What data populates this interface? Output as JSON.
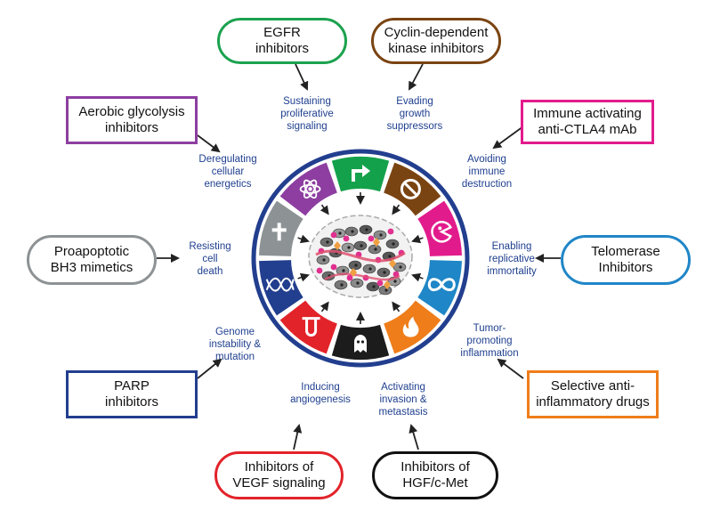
{
  "hallmarks": [
    {
      "key": "proliferative",
      "label": "Sustaining\nproliferative\nsignaling",
      "color": "#14a14b",
      "icon": "arrow-icon"
    },
    {
      "key": "growth",
      "label": "Evading\ngrowth\nsuppressors",
      "color": "#7a4412",
      "icon": "prohibition-icon"
    },
    {
      "key": "immune",
      "label": "Avoiding\nimmune\ndestruction",
      "color": "#e21b8c",
      "icon": "pacman-icon"
    },
    {
      "key": "immortality",
      "label": "Enabling\nreplicative\nimmortality",
      "color": "#1f86c7",
      "icon": "infinity-icon"
    },
    {
      "key": "inflammation",
      "label": "Tumor-\npromoting\ninflammation",
      "color": "#ef7d1a",
      "icon": "flame-icon"
    },
    {
      "key": "invasion",
      "label": "Activating\ninvasion &\nmetastasis",
      "color": "#1c1c1c",
      "icon": "ghost-icon"
    },
    {
      "key": "angiogenesis",
      "label": "Inducing\nangiogenesis",
      "color": "#e2232a",
      "icon": "vessel-icon"
    },
    {
      "key": "genome",
      "label": "Genome\ninstability &\nmutation",
      "color": "#223e8e",
      "icon": "dna-icon"
    },
    {
      "key": "death",
      "label": "Resisting\ncell\ndeath",
      "color": "#8d9294",
      "icon": "cross-icon"
    },
    {
      "key": "energetics",
      "label": "Deregulating\ncellular\nenergetics",
      "color": "#8d3ea0",
      "icon": "atom-icon"
    }
  ],
  "therapies": [
    {
      "key": "egfr",
      "label": "EGFR\ninhibitors",
      "color": "#1ba24f",
      "shape": "pill"
    },
    {
      "key": "cdk",
      "label": "Cyclin-dependent\nkinase inhibitors",
      "color": "#7a4412",
      "shape": "pill"
    },
    {
      "key": "ctla4",
      "label": "Immune activating\nanti-CTLA4 mAb",
      "color": "#e21b8c",
      "shape": "rect"
    },
    {
      "key": "telomerase",
      "label": "Telomerase\nInhibitors",
      "color": "#1f86c7",
      "shape": "pill"
    },
    {
      "key": "antiinflam",
      "label": "Selective anti-\ninflammatory drugs",
      "color": "#ef7d1a",
      "shape": "rect"
    },
    {
      "key": "hgf",
      "label": "Inhibitors of\nHGF/c-Met",
      "color": "#111111",
      "shape": "pill"
    },
    {
      "key": "vegf",
      "label": "Inhibitors of\nVEGF signaling",
      "color": "#e2232a",
      "shape": "pill"
    },
    {
      "key": "parp",
      "label": "PARP\ninhibitors",
      "color": "#223e8e",
      "shape": "rect"
    },
    {
      "key": "bh3",
      "label": "Proapoptotic\nBH3 mimetics",
      "color": "#8d9294",
      "shape": "pill"
    },
    {
      "key": "glycolysis",
      "label": "Aerobic glycolysis\ninhibitors",
      "color": "#8d3ea0",
      "shape": "rect"
    }
  ],
  "ring": {
    "border_color": "#223e8e"
  }
}
